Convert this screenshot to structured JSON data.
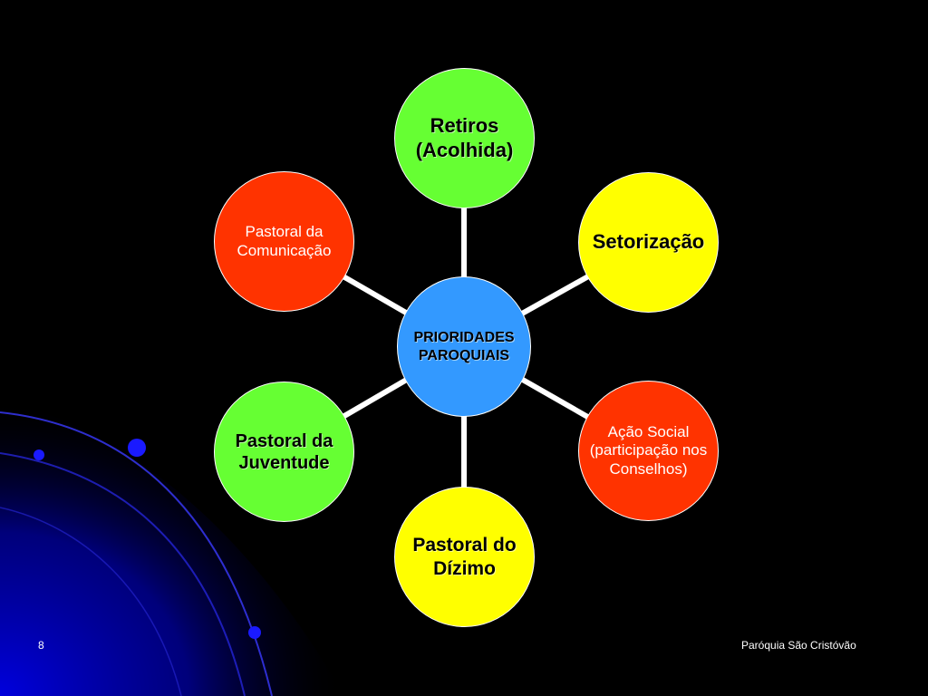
{
  "center": {
    "label": "PRIORIDADES PAROQUIAIS",
    "color": "#3399ff"
  },
  "nodes": [
    {
      "id": "retiros",
      "label": "Retiros (Acolhida)",
      "color": "#66ff33"
    },
    {
      "id": "setorizacao",
      "label": "Setorização",
      "color": "#ffff00"
    },
    {
      "id": "acao-social",
      "label": "Ação Social (participação nos Conselhos)",
      "color": "#ff3300"
    },
    {
      "id": "pastoral-dizimo",
      "label": "Pastoral do Dízimo",
      "color": "#ffff00"
    },
    {
      "id": "pastoral-juventude",
      "label": "Pastoral da Juventude",
      "color": "#66ff33"
    },
    {
      "id": "pastoral-comunicacao",
      "label": "Pastoral da Comunicação",
      "color": "#ff3300"
    }
  ],
  "footer": {
    "page_number": "8",
    "organization": "Paróquia São Cristóvão"
  },
  "colors": {
    "background": "#000000",
    "swirl": "#0000cc",
    "connector": "#ffffff"
  }
}
